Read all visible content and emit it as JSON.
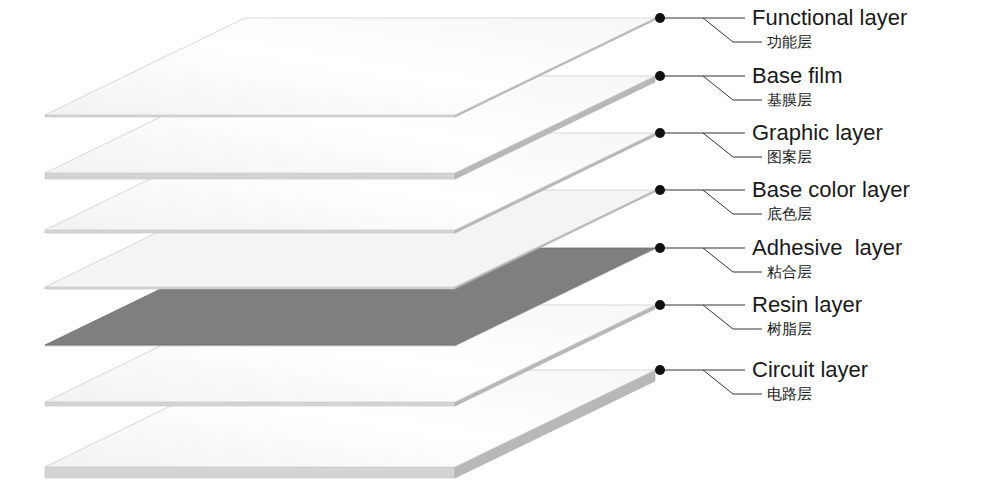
{
  "diagram": {
    "labels": [
      "Functional layer",
      "功能层",
      "Base film",
      "基膜层",
      "Graphic layer",
      "图案层",
      "Base color layer",
      "底色层",
      "Adhesive  layer",
      "粘合层",
      "Resin layer",
      "树脂层",
      "Circuit layer",
      "电路层"
    ]
  }
}
